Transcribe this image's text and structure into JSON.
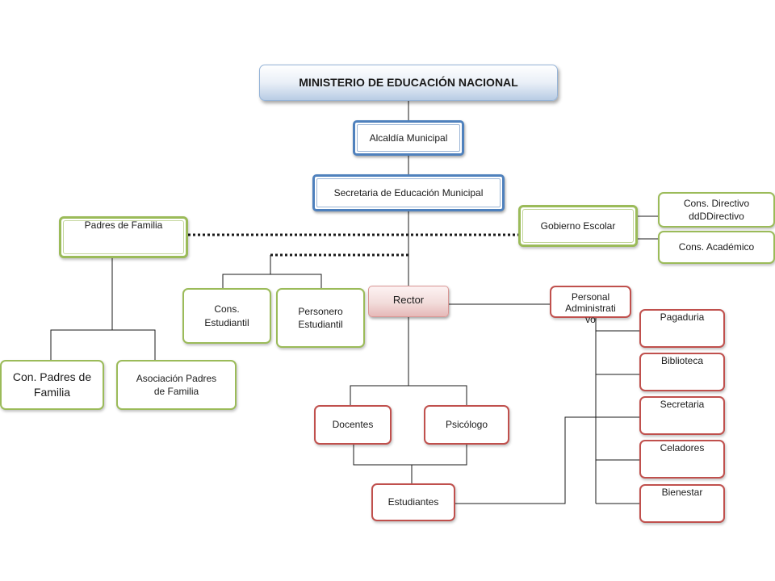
{
  "diagram": {
    "nodes": {
      "ministerio": "MINISTERIO DE EDUCACIÓN NACIONAL",
      "alcaldia": "Alcaldía Municipal",
      "secretaria_educacion": "Secretaria de Educación Municipal",
      "padres_familia": "Padres de Familia",
      "gobierno_escolar": "Gobierno Escolar",
      "cons_directivo": [
        "Cons. Directivo",
        "ddDDirectivo"
      ],
      "cons_academico": "Cons. Académico",
      "cons_estudiantil": [
        "Cons.",
        "Estudiantil"
      ],
      "personero": [
        "Personero",
        "Estudiantil"
      ],
      "rector": "Rector",
      "personal_administrativo": [
        "Personal",
        "Administrati",
        "vo"
      ],
      "con_padres": [
        "Con. Padres de",
        "Familia"
      ],
      "asociacion_padres": [
        "Asociación Padres",
        "de Familia"
      ],
      "docentes": "Docentes",
      "psicologo": "Psicólogo",
      "estudiantes": "Estudiantes",
      "pagaduria": "Pagaduria",
      "biblioteca": "Biblioteca",
      "secretaria": "Secretaria",
      "celadores": "Celadores",
      "bienestar": "Bienestar"
    },
    "colors": {
      "blue_border": "#4f81bd",
      "green_border": "#9bbb59",
      "red_border": "#c0504d",
      "connector": "#1a1a1a",
      "ministry_fill": "#dbe5f1",
      "rector_fill": "#f2dcdb"
    }
  }
}
